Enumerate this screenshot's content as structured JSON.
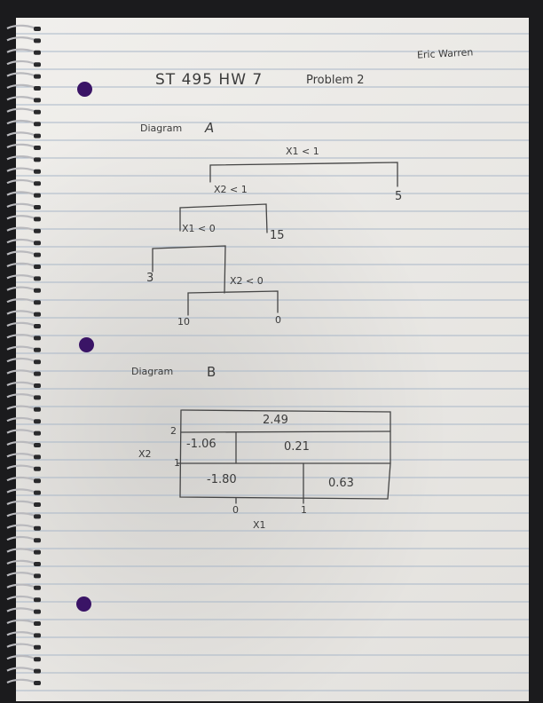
{
  "header": {
    "title": "ST 495   HW 7",
    "problem": "Problem 2",
    "author": "Eric Warren"
  },
  "diagram_a": {
    "label": "Diagram",
    "letter": "A",
    "splits": [
      "X1 < 1",
      "X2 < 1",
      "X1 < 0",
      "X2 < 0"
    ],
    "leaves": [
      "5",
      "15",
      "3",
      "10",
      "0"
    ]
  },
  "diagram_b": {
    "label": "Diagram",
    "letter": "B",
    "regions": [
      "2.49",
      "-1.06",
      "0.21",
      "-1.80",
      "0.63"
    ],
    "y_axis_label": "X2",
    "y_ticks": [
      "2",
      "1"
    ],
    "x_axis_label": "X1",
    "x_ticks": [
      "0",
      "1"
    ]
  },
  "colors": {
    "paper": "#eceae6",
    "rule_line": "#a9b7c8",
    "margin_line": "#d9a6a6",
    "ink": "#3b3b3b",
    "hole": "#3a1466",
    "background": "#1b1b1d"
  }
}
